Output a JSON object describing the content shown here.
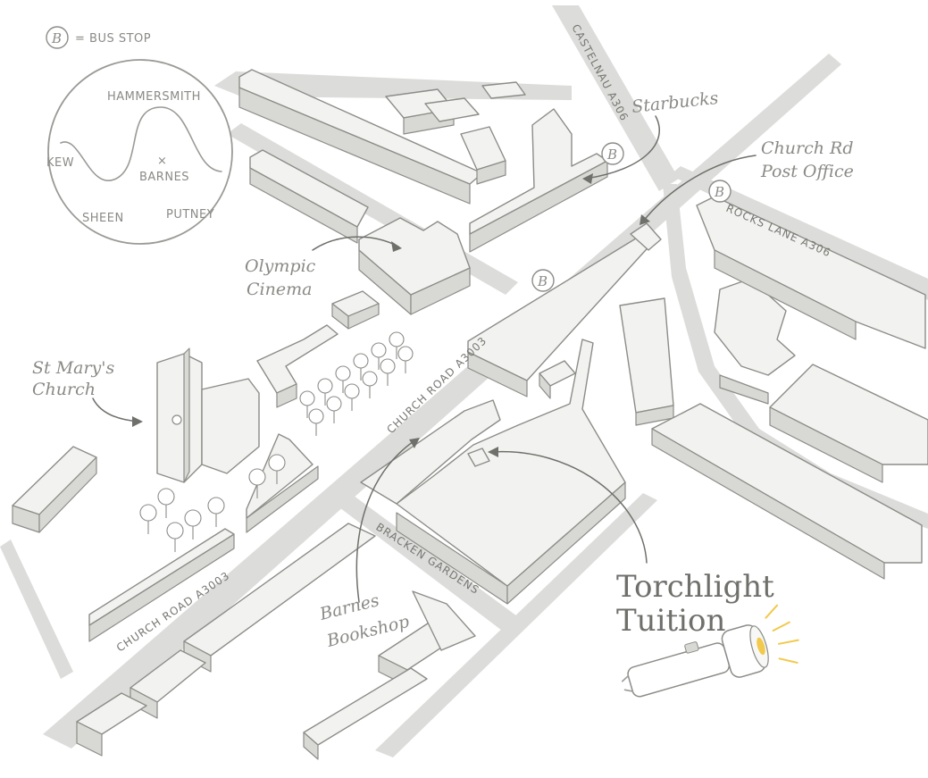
{
  "legend": {
    "symbol": "B",
    "text": "= BUS STOP"
  },
  "inset": {
    "labels": {
      "north": "HAMMERSMITH",
      "west": "KEW",
      "center": "BARNES",
      "southwest": "SHEEN",
      "southeast": "PUTNEY"
    },
    "marker": "×"
  },
  "roads": {
    "castelnau": "CASTELNAU   A306",
    "rocks_lane": "ROCKS LANE   A306",
    "church_road_upper": "CHURCH ROAD   A3003",
    "church_road_lower": "CHURCH ROAD   A3003",
    "bracken_gardens": "BRACKEN GARDENS"
  },
  "places": {
    "starbucks": "Starbucks",
    "post_office_line1": "Church Rd",
    "post_office_line2": "Post Office",
    "olympic_line1": "Olympic",
    "olympic_line2": "Cinema",
    "church_line1": "St Mary's",
    "church_line2": "Church",
    "bookshop_line1": "Barnes",
    "bookshop_line2": "Bookshop"
  },
  "bus_stop_letter": "B",
  "destination": {
    "line1": "Torchlight",
    "line2": "Tuition"
  },
  "colors": {
    "highlight": "#f7c548",
    "torch_glow": "#f2c94c",
    "road": "#dcdcda",
    "building": "#f2f2f0"
  }
}
